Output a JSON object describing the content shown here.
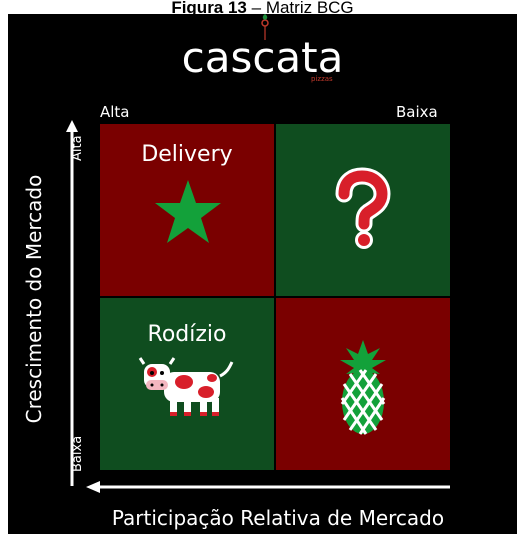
{
  "caption": {
    "prefix": "Figura 13",
    "suffix": "– Matriz BCG"
  },
  "logo": {
    "brand": "cascata",
    "sub": "pizzas"
  },
  "labels": {
    "top_left": "Alta",
    "top_right": "Baixa",
    "y_axis": "Crescimento do Mercado",
    "y_top": "Alta",
    "y_bottom": "Baixa",
    "x_axis": "Participação Relativa de Mercado"
  },
  "quadrants": [
    {
      "title": "Delivery",
      "icon": "star-icon",
      "color": "#7a0000"
    },
    {
      "title": "",
      "icon": "question-mark-icon",
      "color": "#0f4d1f"
    },
    {
      "title": "Rodízio",
      "icon": "cow-icon",
      "color": "#0f4d1f"
    },
    {
      "title": "",
      "icon": "pineapple-icon",
      "color": "#7a0000"
    }
  ],
  "colors": {
    "red": "#7a0000",
    "green": "#0f4d1f",
    "star": "#13a13a",
    "background": "#000000"
  }
}
